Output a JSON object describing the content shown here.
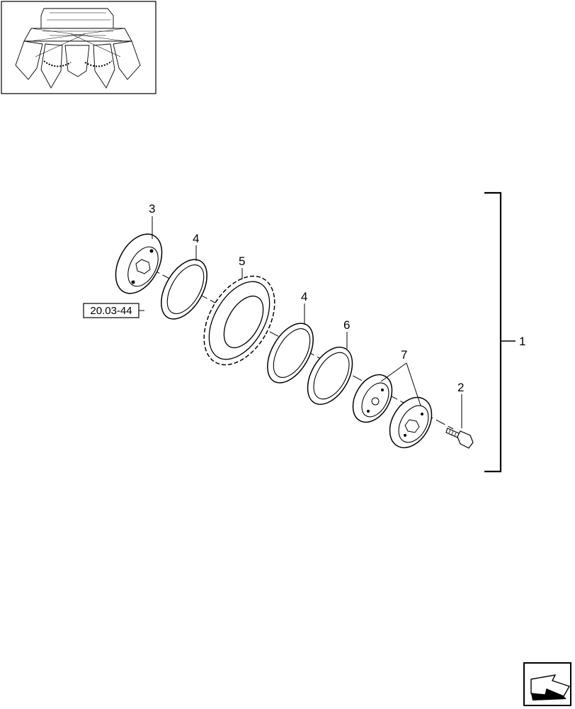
{
  "thumbnail": {
    "icon": "harvester-header-thumbnail"
  },
  "diagram": {
    "callouts": {
      "c1": "1",
      "c2": "2",
      "c3": "3",
      "c4a": "4",
      "c4b": "4",
      "c5": "5",
      "c6": "6",
      "c7": "7"
    },
    "reference_label": "20.03-44"
  },
  "navigation": {
    "icon": "next-page-arrow-icon"
  }
}
